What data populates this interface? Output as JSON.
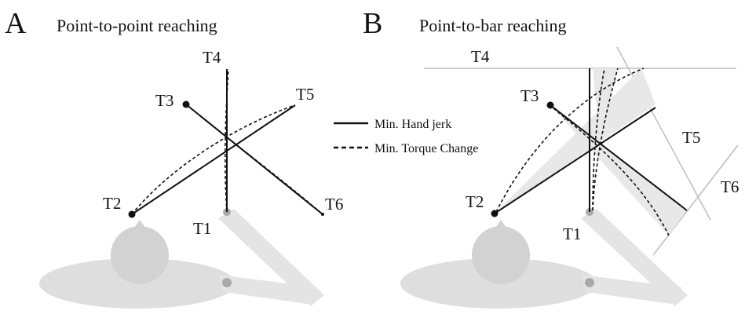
{
  "panels": [
    {
      "letter": "A",
      "title": "Point-to-point reaching",
      "targets": {
        "t1": "T1",
        "t2": "T2",
        "t3": "T3",
        "t4": "T4",
        "t5": "T5",
        "t6": "T6"
      }
    },
    {
      "letter": "B",
      "title": "Point-to-bar reaching",
      "targets": {
        "t1": "T1",
        "t2": "T2",
        "t3": "T3",
        "t4": "T4",
        "t5": "T5",
        "t6": "T6"
      }
    }
  ],
  "legend": {
    "solid_label": "Min. Hand jerk",
    "dashed_label": "Min. Torque Change"
  },
  "colors": {
    "body": "#dedede",
    "head": "#d2d2d2",
    "arm": "#e4e4e4",
    "joint": "#a9a9a9",
    "bar_region": "#e8e8e8",
    "bar_line": "#bdbdbd",
    "path": "#111111"
  }
}
